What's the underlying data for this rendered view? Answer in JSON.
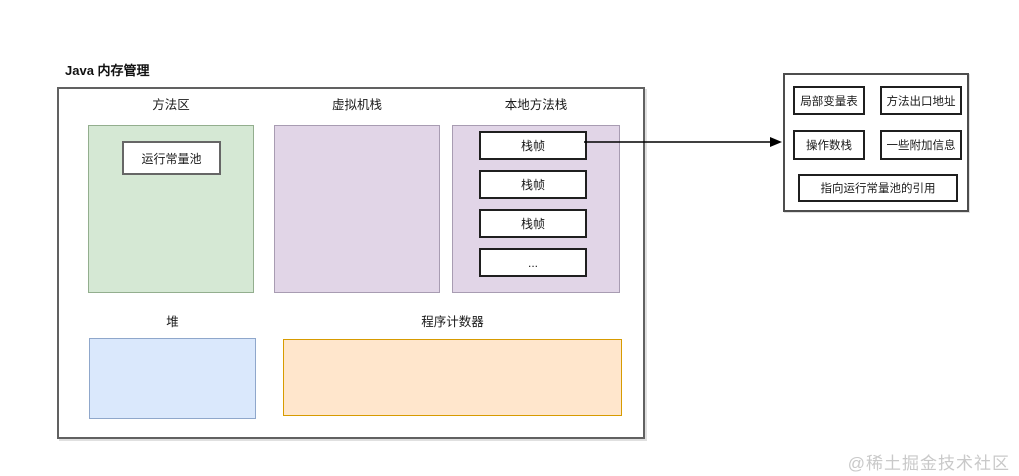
{
  "diagram": {
    "title": "Java 内存管理",
    "method_area": {
      "label": "方法区",
      "runtime_constant_pool": "运行常量池"
    },
    "vm_stack": {
      "label": "虚拟机栈"
    },
    "native_method_stack": {
      "label": "本地方法栈",
      "frames": [
        "栈帧",
        "栈帧",
        "栈帧",
        "..."
      ]
    },
    "heap": {
      "label": "堆"
    },
    "program_counter": {
      "label": "程序计数器"
    },
    "stack_frame_detail": {
      "items": [
        "局部变量表",
        "方法出口地址",
        "操作数栈",
        "一些附加信息",
        "指向运行常量池的引用"
      ]
    },
    "colors": {
      "method_area_fill": "#d5e8d4",
      "method_area_border": "#93ae8e",
      "stack_fill": "#e1d5e7",
      "stack_border": "#a89cb2",
      "heap_fill": "#dae8fc",
      "heap_border": "#8fa7cb",
      "program_counter_fill": "#ffe6cc",
      "program_counter_border": "#d79b00",
      "outline": "#616161",
      "watermark_text": "#c9c9c9"
    },
    "watermark": "@稀土掘金技术社区"
  }
}
